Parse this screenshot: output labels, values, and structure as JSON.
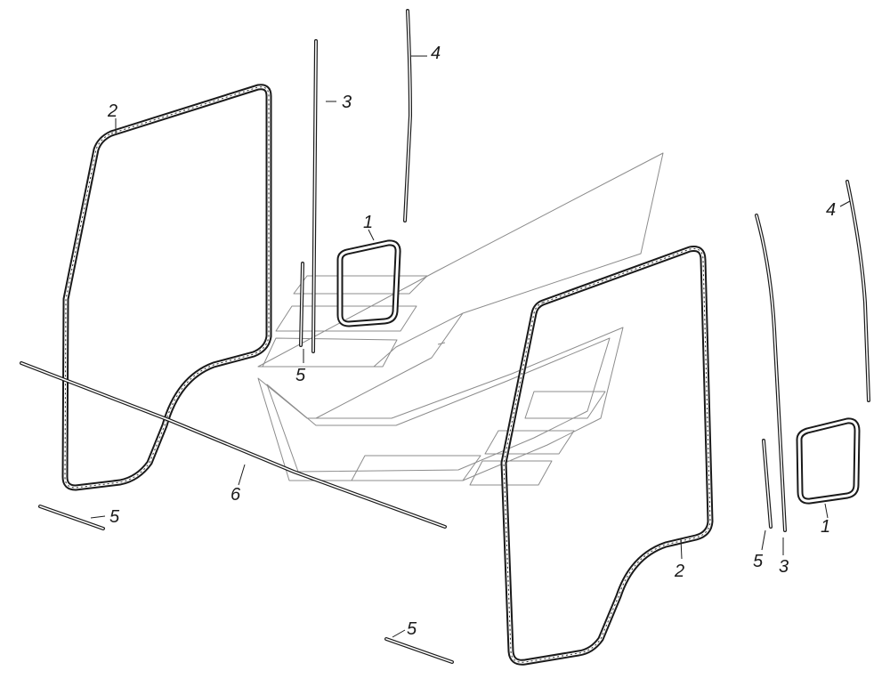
{
  "callouts": {
    "c1": "1",
    "c2": "2",
    "c3": "3",
    "c4": "4",
    "c5": "5",
    "c6": "6"
  },
  "colors": {
    "line": "#1a1a1a",
    "ghost": "#8c8c8c",
    "background": "#ffffff"
  }
}
